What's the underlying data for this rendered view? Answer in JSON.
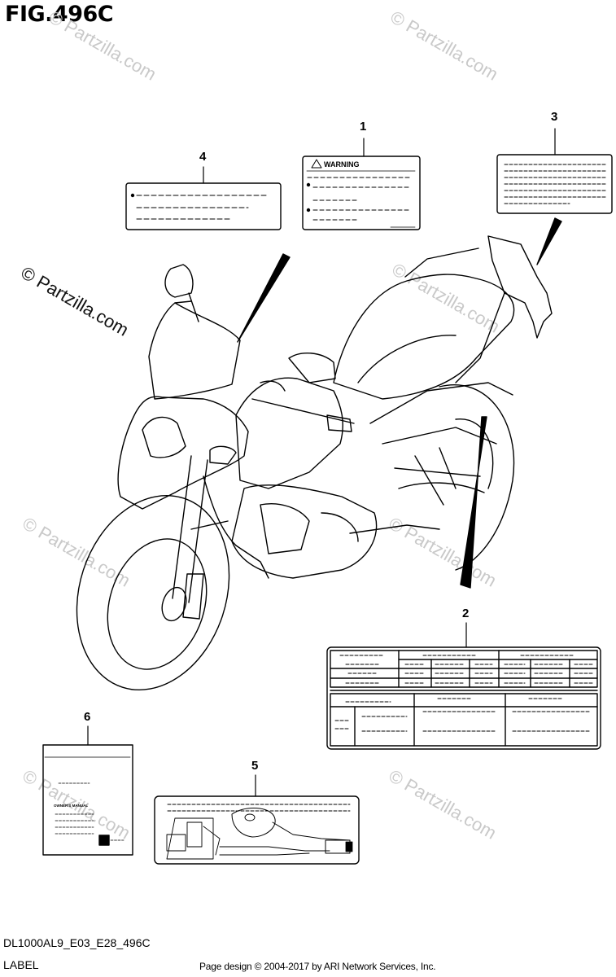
{
  "figure": {
    "title": "FIG.496C",
    "code": "DL1000AL9_E03_E28_496C",
    "section": "LABEL",
    "copyright": "Page design © 2004-2017 by ARI Network Services, Inc."
  },
  "watermark": {
    "text": "© Partzilla.com"
  },
  "callouts": [
    "1",
    "2",
    "3",
    "4",
    "5",
    "6"
  ],
  "label1": {
    "heading": "WARNING"
  },
  "label6": {
    "manual_text": "OWNER'S MANUAL"
  }
}
